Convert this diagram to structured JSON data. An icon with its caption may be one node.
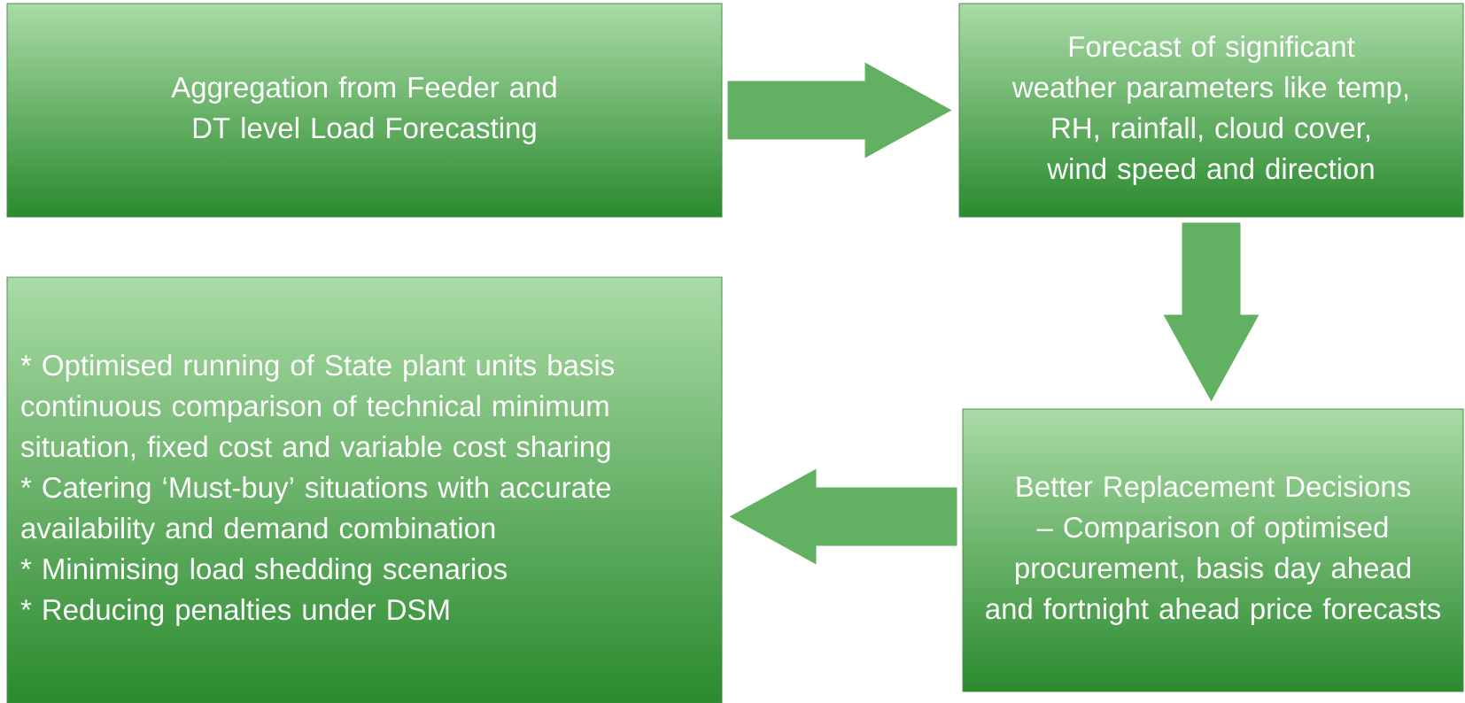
{
  "diagram": {
    "nodes": [
      {
        "text": [
          "Aggregation from Feeder and DT level Load Forecasting"
        ]
      },
      {
        "text": [
          "Forecast of significant weather parameters like temp, RH, rainfall, cloud cover, wind speed and direction"
        ]
      },
      {
        "text": [
          "* Optimised running of State plant units basis continuous comparison of technical minimum situation, fixed cost and variable cost sharing",
          "* Catering ‘Must-buy’ situations with accurate availability and demand combination",
          "* Minimising load shedding scenarios",
          "* Reducing penalties under DSM"
        ]
      },
      {
        "text": [
          "Better Replacement Decisions – Comparison of optimised procurement, basis day ahead and fortnight ahead price forecasts"
        ]
      }
    ],
    "edges": [
      {
        "from": 0,
        "to": 1,
        "arrow": "to"
      },
      {
        "from": 1,
        "to": 3,
        "arrow": "to"
      },
      {
        "from": 3,
        "to": 2,
        "arrow": "to"
      }
    ]
  }
}
